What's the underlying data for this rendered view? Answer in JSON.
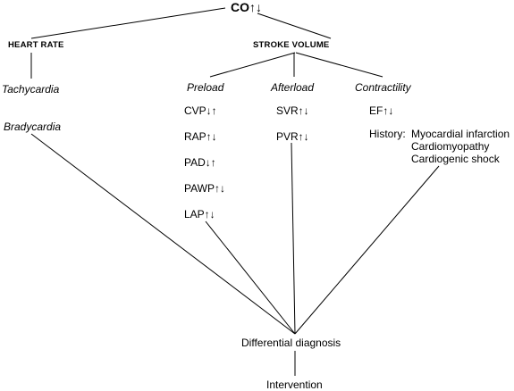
{
  "root": "CO↑↓",
  "heart_rate": {
    "heading": "HEART RATE",
    "items": [
      "Tachycardia",
      "Bradycardia"
    ]
  },
  "stroke_volume": {
    "heading": "STROKE VOLUME",
    "preload": {
      "label": "Preload",
      "items": [
        "CVP↓↑",
        "RAP↑↓",
        "PAD↓↑",
        "PAWP↑↓",
        "LAP↑↓"
      ]
    },
    "afterload": {
      "label": "Afterload",
      "items": [
        "SVR↑↓",
        "PVR↑↓"
      ]
    },
    "contractility": {
      "label": "Contractility",
      "ef": "EF↑↓",
      "history_label": "History:",
      "history_items": [
        "Myocardial infarction",
        "Cardiomyopathy",
        "Cardiogenic shock"
      ]
    }
  },
  "differential_diagnosis": "Differential diagnosis",
  "intervention": "Intervention"
}
